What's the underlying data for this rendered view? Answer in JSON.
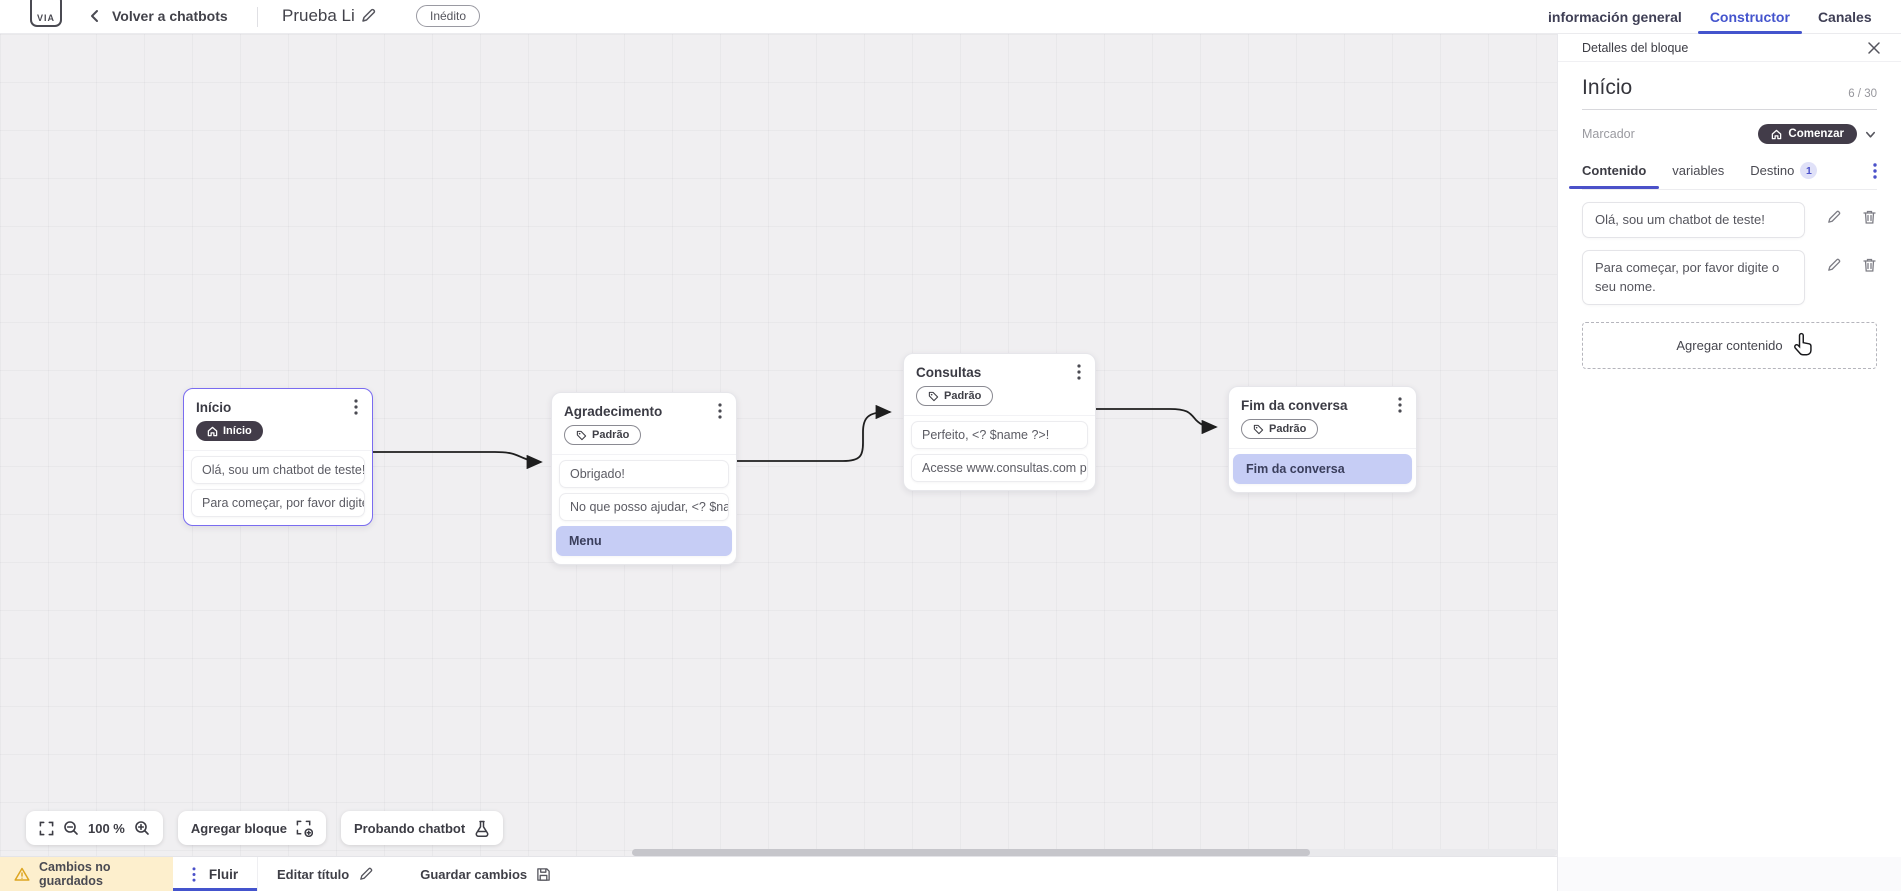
{
  "topbar": {
    "logo_text": "VIA",
    "back_label": "Volver a chatbots",
    "title": "Prueba Li",
    "status_badge": "Inédito",
    "tabs": [
      {
        "label": "información general"
      },
      {
        "label": "Constructor"
      },
      {
        "label": "Canales"
      }
    ]
  },
  "panel": {
    "header": "Detalles del bloque",
    "block_name": "Início",
    "counter": "6 / 30",
    "marker_label": "Marcador",
    "marker_value": "Comenzar",
    "tabs": {
      "contenido": "Contenido",
      "variables": "variables",
      "destino": "Destino",
      "destino_badge": "1"
    },
    "contents": [
      {
        "text": "Olá, sou um chatbot de teste!"
      },
      {
        "text": "Para começar, por favor digite o seu nome."
      }
    ],
    "add_content_label": "Agregar contenido"
  },
  "canvas": {
    "zoom_level": "100 %",
    "add_block_label": "Agregar bloque",
    "test_button_label": "Probando chatbot",
    "blocks": [
      {
        "title": "Início",
        "tag": "Início",
        "items": [
          {
            "text": "Olá, sou um chatbot de teste!"
          },
          {
            "text": "Para começar, por favor digite o ..."
          }
        ]
      },
      {
        "title": "Agradecimento",
        "tag": "Padrão",
        "items": [
          {
            "text": "Obrigado!"
          },
          {
            "text": "No que posso ajudar, <? $name ..."
          },
          {
            "text": "Menu"
          }
        ]
      },
      {
        "title": "Consultas",
        "tag": "Padrão",
        "items": [
          {
            "text": "Perfeito, <? $name ?>!"
          },
          {
            "text": "Acesse www.consultas.com par..."
          }
        ]
      },
      {
        "title": "Fim da conversa",
        "tag": "Padrão",
        "items": [
          {
            "text": "Fim da conversa"
          }
        ]
      }
    ]
  },
  "bottombar": {
    "status": "Cambios no guardados",
    "flow_tab": "Fluir",
    "edit_title_label": "Editar título",
    "save_label": "Guardar cambios"
  },
  "colors": {
    "accent_blue": "#4454cd",
    "selected_block_border": "#7a6cf0",
    "dark_pill": "#423c49",
    "lavender_item": "#c6cdf5",
    "warning_bg": "#fdefcd",
    "warning_icon": "#dda521"
  }
}
